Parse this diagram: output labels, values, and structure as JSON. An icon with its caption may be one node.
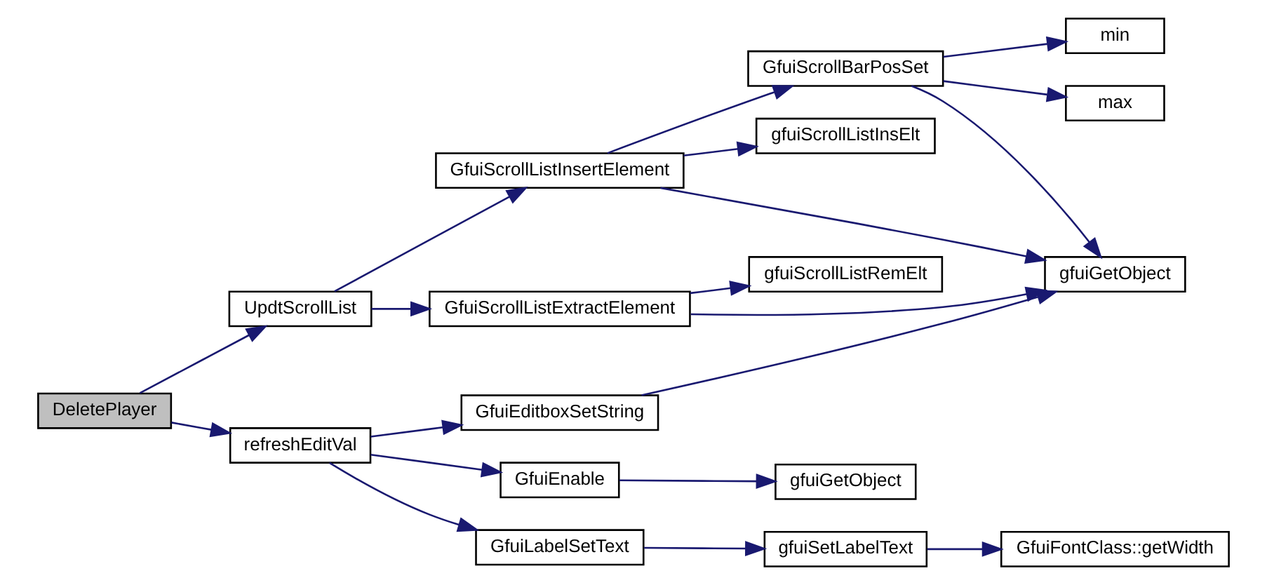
{
  "diagram": {
    "nodes": [
      {
        "text": [
          "DeletePlayer"
        ]
      },
      {
        "text": [
          "UpdtScrollList"
        ]
      },
      {
        "text": [
          "refreshEditVal"
        ]
      },
      {
        "text": [
          "GfuiScrollListInsertElement"
        ]
      },
      {
        "text": [
          "GfuiScrollListExtractElement"
        ]
      },
      {
        "text": [
          "GfuiEditboxSetString"
        ]
      },
      {
        "text": [
          "GfuiEnable"
        ]
      },
      {
        "text": [
          "GfuiLabelSetText"
        ]
      },
      {
        "text": [
          "GfuiScrollBarPosSet"
        ]
      },
      {
        "text": [
          "gfuiScrollListInsElt"
        ]
      },
      {
        "text": [
          "gfuiScrollListRemElt"
        ]
      },
      {
        "text": [
          "gfuiGetObject"
        ]
      },
      {
        "text": [
          "gfuiGetObject"
        ]
      },
      {
        "text": [
          "gfuiSetLabelText"
        ]
      },
      {
        "text": [
          "min"
        ]
      },
      {
        "text": [
          "max"
        ]
      },
      {
        "text": [
          "GfuiFontClass::getWidth"
        ]
      }
    ],
    "edges": [
      {
        "from": 0,
        "to": 1,
        "arrow": "to"
      },
      {
        "from": 0,
        "to": 2,
        "arrow": "to"
      },
      {
        "from": 1,
        "to": 3,
        "arrow": "to"
      },
      {
        "from": 1,
        "to": 4,
        "arrow": "to"
      },
      {
        "from": 2,
        "to": 5,
        "arrow": "to"
      },
      {
        "from": 2,
        "to": 6,
        "arrow": "to"
      },
      {
        "from": 2,
        "to": 7,
        "arrow": "to"
      },
      {
        "from": 3,
        "to": 8,
        "arrow": "to"
      },
      {
        "from": 3,
        "to": 9,
        "arrow": "to"
      },
      {
        "from": 3,
        "to": 11,
        "arrow": "to"
      },
      {
        "from": 4,
        "to": 10,
        "arrow": "to"
      },
      {
        "from": 4,
        "to": 11,
        "arrow": "to"
      },
      {
        "from": 5,
        "to": 11,
        "arrow": "to"
      },
      {
        "from": 6,
        "to": 12,
        "arrow": "to"
      },
      {
        "from": 7,
        "to": 13,
        "arrow": "to"
      },
      {
        "from": 13,
        "to": 16,
        "arrow": "to"
      },
      {
        "from": 8,
        "to": 14,
        "arrow": "to"
      },
      {
        "from": 8,
        "to": 15,
        "arrow": "to"
      },
      {
        "from": 8,
        "to": 11,
        "arrow": "to"
      }
    ]
  }
}
